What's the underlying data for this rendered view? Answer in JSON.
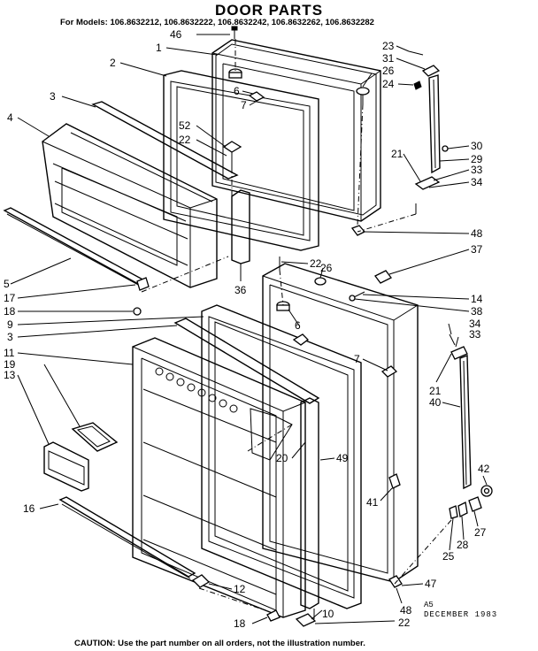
{
  "header": {
    "title": "DOOR PARTS",
    "models": "For Models: 106.8632212, 106.8632222, 106.8632242, 106.8632262, 106.8632282"
  },
  "footer": {
    "code": "A5",
    "date": "DECEMBER 1983",
    "caution": "CAUTION: Use the part number on all orders, not the illustration number."
  },
  "callouts": [
    {
      "id": "c46",
      "label": "46"
    },
    {
      "id": "c1",
      "label": "1"
    },
    {
      "id": "c2",
      "label": "2"
    },
    {
      "id": "c3a",
      "label": "3"
    },
    {
      "id": "c4",
      "label": "4"
    },
    {
      "id": "c6a",
      "label": "6"
    },
    {
      "id": "c7a",
      "label": "7"
    },
    {
      "id": "c52",
      "label": "52"
    },
    {
      "id": "c22a",
      "label": "22"
    },
    {
      "id": "c23",
      "label": "23"
    },
    {
      "id": "c31",
      "label": "31"
    },
    {
      "id": "c26a",
      "label": "26"
    },
    {
      "id": "c24",
      "label": "24"
    },
    {
      "id": "c30",
      "label": "30"
    },
    {
      "id": "c29",
      "label": "29"
    },
    {
      "id": "c21a",
      "label": "21"
    },
    {
      "id": "c33a",
      "label": "33"
    },
    {
      "id": "c34a",
      "label": "34"
    },
    {
      "id": "c48a",
      "label": "48"
    },
    {
      "id": "c37",
      "label": "37"
    },
    {
      "id": "c22b",
      "label": "22"
    },
    {
      "id": "c26b",
      "label": "26"
    },
    {
      "id": "c5",
      "label": "5"
    },
    {
      "id": "c17",
      "label": "17"
    },
    {
      "id": "c36",
      "label": "36"
    },
    {
      "id": "c14",
      "label": "14"
    },
    {
      "id": "c18a",
      "label": "18"
    },
    {
      "id": "c9",
      "label": "9"
    },
    {
      "id": "c38",
      "label": "38"
    },
    {
      "id": "c6b",
      "label": "6"
    },
    {
      "id": "c34b",
      "label": "34"
    },
    {
      "id": "c3b",
      "label": "3"
    },
    {
      "id": "c33b",
      "label": "33"
    },
    {
      "id": "c11",
      "label": "11"
    },
    {
      "id": "c19",
      "label": "19"
    },
    {
      "id": "c7b",
      "label": "7"
    },
    {
      "id": "c13",
      "label": "13"
    },
    {
      "id": "c21b",
      "label": "21"
    },
    {
      "id": "c40",
      "label": "40"
    },
    {
      "id": "c20",
      "label": "20"
    },
    {
      "id": "c49",
      "label": "49"
    },
    {
      "id": "c42",
      "label": "42"
    },
    {
      "id": "c41",
      "label": "41"
    },
    {
      "id": "c16",
      "label": "16"
    },
    {
      "id": "c27",
      "label": "27"
    },
    {
      "id": "c28",
      "label": "28"
    },
    {
      "id": "c25",
      "label": "25"
    },
    {
      "id": "c12",
      "label": "12"
    },
    {
      "id": "c47",
      "label": "47"
    },
    {
      "id": "c48b",
      "label": "48"
    },
    {
      "id": "c18b",
      "label": "18"
    },
    {
      "id": "c10",
      "label": "10"
    },
    {
      "id": "c22c",
      "label": "22"
    }
  ]
}
